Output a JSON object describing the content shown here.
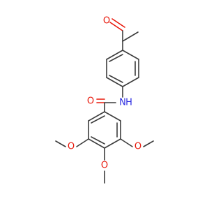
{
  "molecule": {
    "atoms": {
      "o_ketone": {
        "symbol": "O",
        "color": "#e8180b"
      },
      "n_amide": {
        "symbol": "N",
        "color": "#2a2ae0"
      },
      "h_amide": {
        "symbol": "H",
        "color": "#2a2ae0"
      },
      "o_amide": {
        "symbol": "O",
        "color": "#e8180b"
      },
      "o_meo_left": {
        "symbol": "O",
        "color": "#e8180b"
      },
      "o_meo_right": {
        "symbol": "O",
        "color": "#e8180b"
      },
      "o_meo_bottom": {
        "symbol": "O",
        "color": "#e8180b"
      }
    },
    "bond_color": "#3c3c3c"
  }
}
